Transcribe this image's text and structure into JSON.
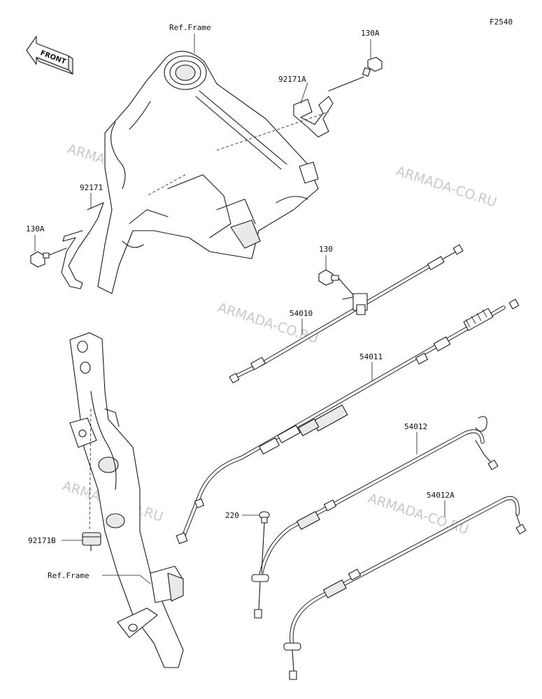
{
  "figure_code": "F2540",
  "watermark": "ARMADA-CO.RU",
  "front_label": "FRONT",
  "labels": {
    "ref_frame_top": "Ref.Frame",
    "ref_frame_bottom": "Ref.Frame",
    "bolt_130a_right": "130A",
    "bolt_130a_left": "130A",
    "bolt_130": "130",
    "clip_92171a": "92171A",
    "clip_92171": "92171",
    "clamp_92171b": "92171B",
    "screw_220": "220",
    "cable_54010": "54010",
    "cable_54011": "54011",
    "cable_54012": "54012",
    "cable_54012a": "54012A"
  }
}
